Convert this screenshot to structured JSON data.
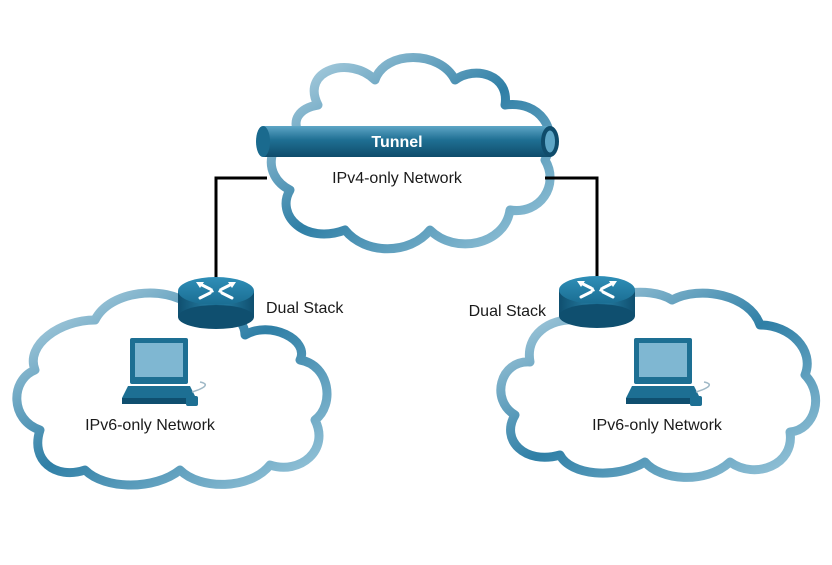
{
  "tunnel": {
    "label": "Tunnel"
  },
  "ipv4_cloud": {
    "label": "IPv4-only Network"
  },
  "left_router": {
    "label": "Dual Stack"
  },
  "right_router": {
    "label": "Dual Stack"
  },
  "left_cloud": {
    "label": "IPv6-only Network"
  },
  "right_cloud": {
    "label": "IPv6-only Network"
  },
  "colors": {
    "cloud_outer": "#2f7fa6",
    "cloud_light": "#bfdbe8",
    "device_blue": "#1d6f93",
    "device_dark": "#0f4f6f",
    "link": "#000000"
  },
  "icons": [
    "router-icon",
    "computer-icon",
    "cloud-icon",
    "tunnel-pipe-icon"
  ]
}
